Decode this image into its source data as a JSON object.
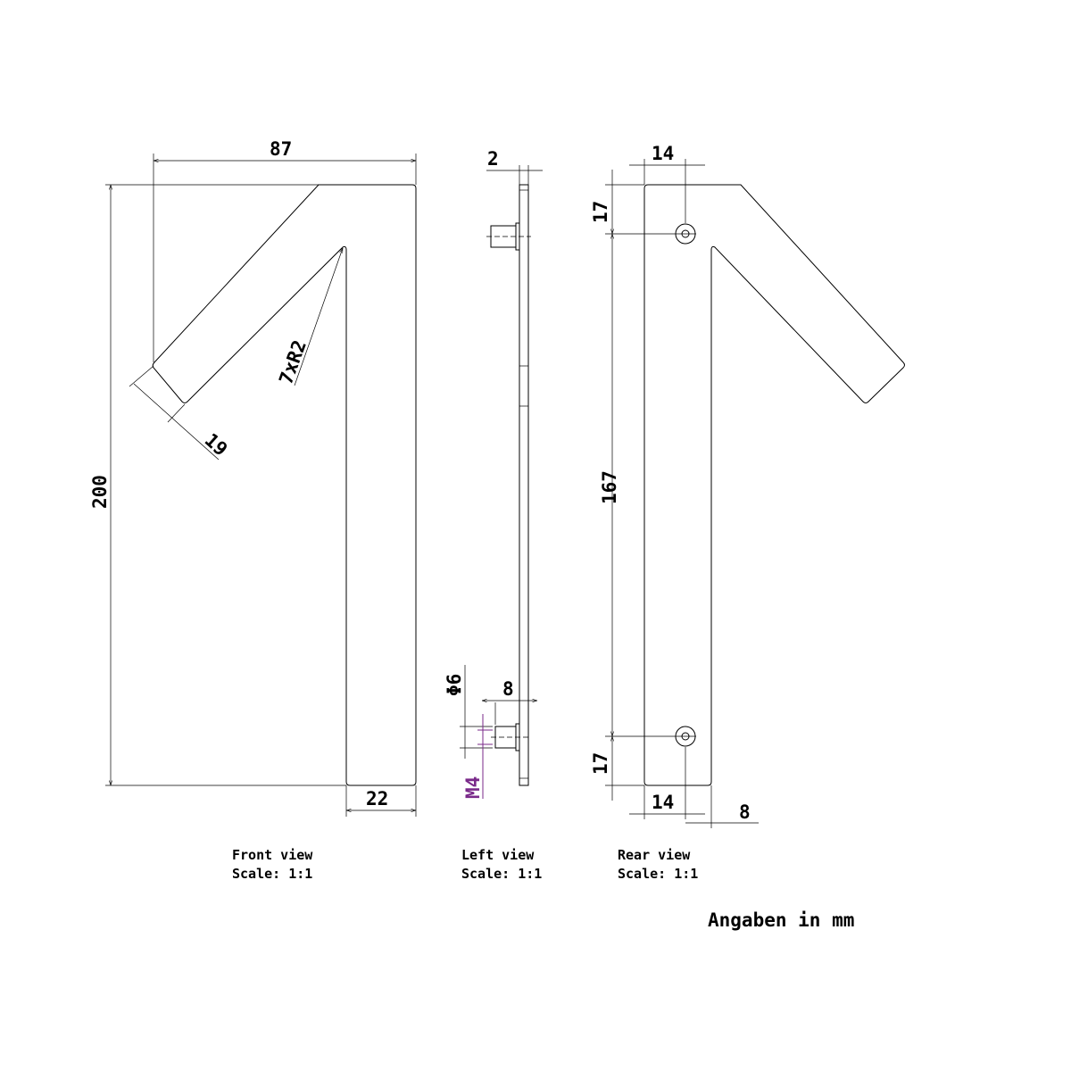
{
  "front_view": {
    "caption": "Front view",
    "scale": "Scale:  1:1",
    "dims": {
      "width": "87",
      "height": "200",
      "stroke_width": "19",
      "radius": "7xR2",
      "foot": "22"
    }
  },
  "left_view": {
    "caption": "Left view",
    "scale": "Scale:  1:1",
    "dims": {
      "thickness": "2",
      "stud_length": "8",
      "diameter": "Φ6",
      "thread": "M4"
    }
  },
  "rear_view": {
    "caption": "Rear view",
    "scale": "Scale:  1:1",
    "dims": {
      "top_offset": "17",
      "hole_spacing": "167",
      "bottom_offset": "17",
      "hole_x_top": "14",
      "hole_x_bottom": "14",
      "edge": "8"
    }
  },
  "units_note": "Angaben in mm",
  "colors": {
    "line": "#000000",
    "thread_annotation": "#7a2a8a"
  }
}
